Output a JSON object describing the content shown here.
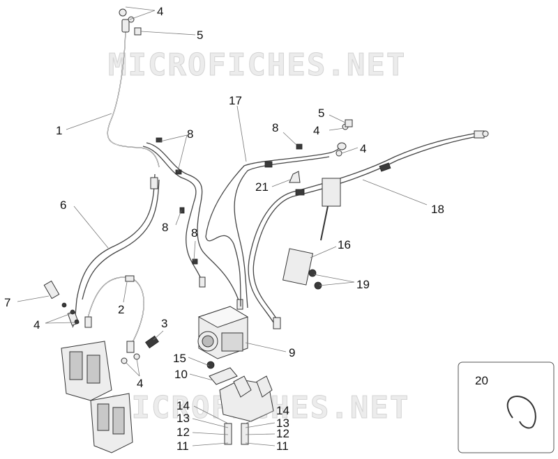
{
  "watermark": {
    "text": "MICROFICHES.NET"
  },
  "callouts": [
    "1",
    "2",
    "3",
    "4",
    "4",
    "4",
    "4",
    "4",
    "5",
    "5",
    "6",
    "7",
    "8",
    "8",
    "8",
    "8",
    "9",
    "10",
    "11",
    "11",
    "12",
    "12",
    "13",
    "13",
    "14",
    "14",
    "15",
    "16",
    "17",
    "18",
    "19",
    "20",
    "21"
  ],
  "inset": {
    "label": "20"
  }
}
